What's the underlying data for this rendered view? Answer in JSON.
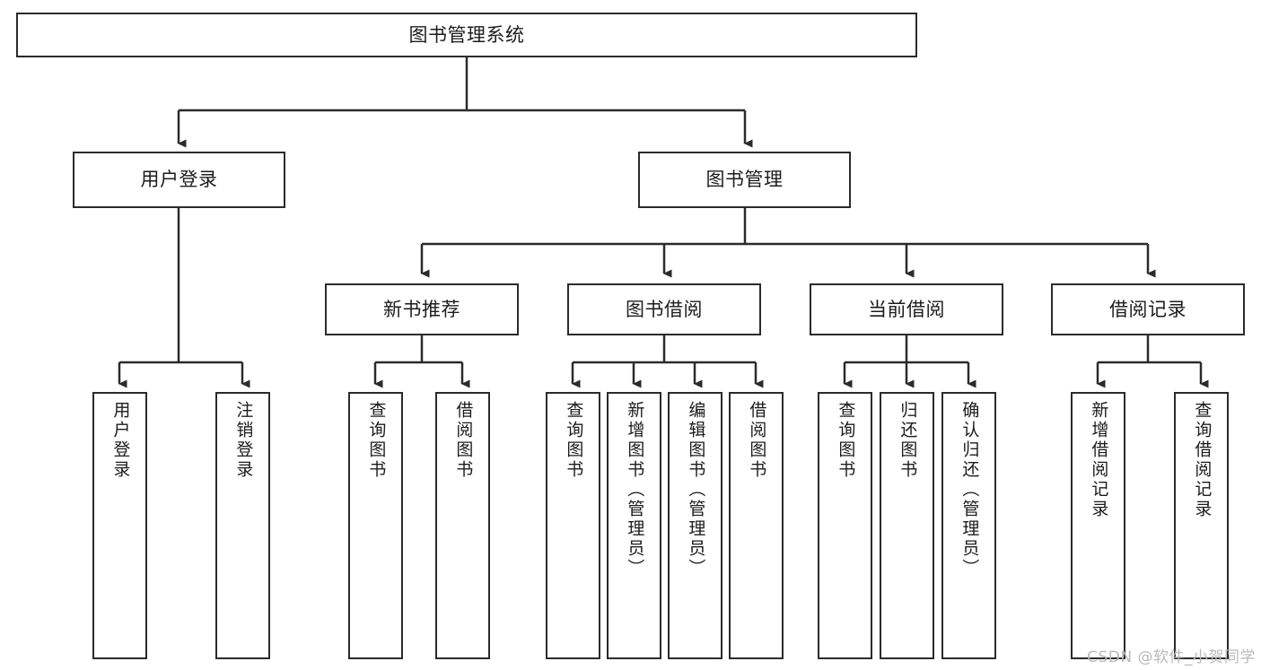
{
  "diagram": {
    "type": "tree",
    "title": "图书管理系统",
    "watermark": "CSDN @软件_小贺同学",
    "colors": {
      "stroke": "#2b2b2b",
      "fill": "#ffffff",
      "text": "#1c1c1c",
      "watermark": "#b9b9b9"
    },
    "levels": {
      "root": {
        "label": "图书管理系统"
      },
      "level2": [
        {
          "id": "user-login",
          "label": "用户登录"
        },
        {
          "id": "book-manage",
          "label": "图书管理"
        }
      ],
      "level3": [
        {
          "id": "new-book-rec",
          "label": "新书推荐"
        },
        {
          "id": "book-borrow",
          "label": "图书借阅"
        },
        {
          "id": "current-borrow",
          "label": "当前借阅"
        },
        {
          "id": "borrow-record",
          "label": "借阅记录"
        }
      ],
      "leaves": [
        {
          "id": "leaf-user-login",
          "label": "用户登录",
          "parent": "user-login"
        },
        {
          "id": "leaf-logout",
          "label": "注销登录",
          "parent": "user-login"
        },
        {
          "id": "leaf-query-book-1",
          "label": "查询图书",
          "parent": "new-book-rec"
        },
        {
          "id": "leaf-borrow-book-1",
          "label": "借阅图书",
          "parent": "new-book-rec"
        },
        {
          "id": "leaf-query-book-2",
          "label": "查询图书",
          "parent": "book-borrow"
        },
        {
          "id": "leaf-add-book",
          "label": "新增图书（管理员）",
          "parent": "book-borrow"
        },
        {
          "id": "leaf-edit-book",
          "label": "编辑图书（管理员）",
          "parent": "book-borrow"
        },
        {
          "id": "leaf-borrow-book-2",
          "label": "借阅图书",
          "parent": "book-borrow"
        },
        {
          "id": "leaf-query-book-3",
          "label": "查询图书",
          "parent": "current-borrow"
        },
        {
          "id": "leaf-return-book",
          "label": "归还图书",
          "parent": "current-borrow"
        },
        {
          "id": "leaf-confirm-return",
          "label": "确认归还（管理员）",
          "parent": "current-borrow"
        },
        {
          "id": "leaf-add-record",
          "label": "新增借阅记录",
          "parent": "borrow-record"
        },
        {
          "id": "leaf-query-record",
          "label": "查询借阅记录",
          "parent": "borrow-record"
        }
      ]
    }
  }
}
